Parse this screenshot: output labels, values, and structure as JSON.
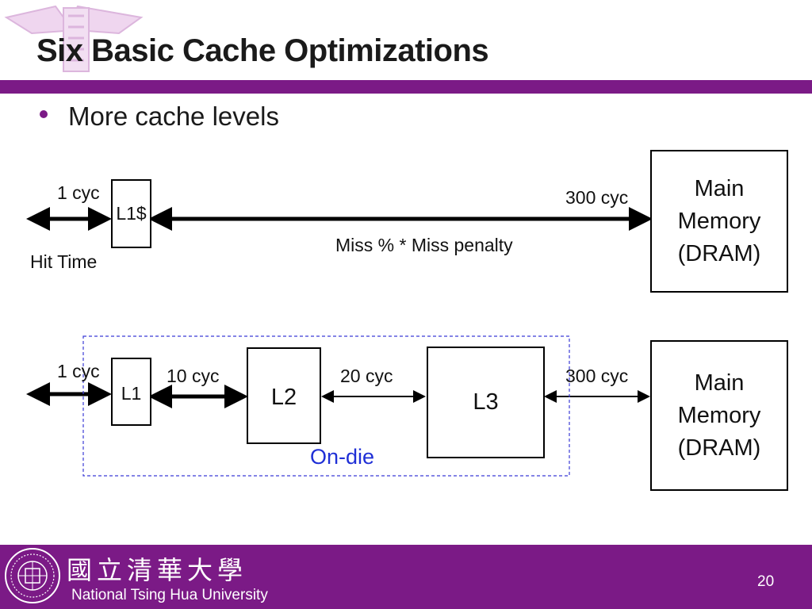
{
  "slide": {
    "title": "Six Basic Cache Optimizations",
    "bullet": "More cache levels"
  },
  "diagram_top": {
    "hit_cycle": "1 cyc",
    "l1_label": "L1$",
    "hit_time": "Hit Time",
    "miss_label": "Miss % * Miss penalty",
    "mem_cycle": "300 cyc",
    "memory_lines": [
      "Main",
      "Memory",
      "(DRAM)"
    ]
  },
  "diagram_bottom": {
    "l1_cycle": "1 cyc",
    "l1_label": "L1",
    "l2_cycle": "10 cyc",
    "l2_label": "L2",
    "l3_cycle": "20 cyc",
    "l3_label": "L3",
    "mem_cycle": "300 cyc",
    "memory_lines": [
      "Main",
      "Memory",
      "(DRAM)"
    ],
    "ondie_label": "On-die"
  },
  "footer": {
    "university_zh": "國立清華大學",
    "university_en": "National Tsing Hua University",
    "page_number": "20"
  },
  "colors": {
    "brand_purple": "#7b1a86",
    "ondie_blue": "#1f2fd6"
  }
}
